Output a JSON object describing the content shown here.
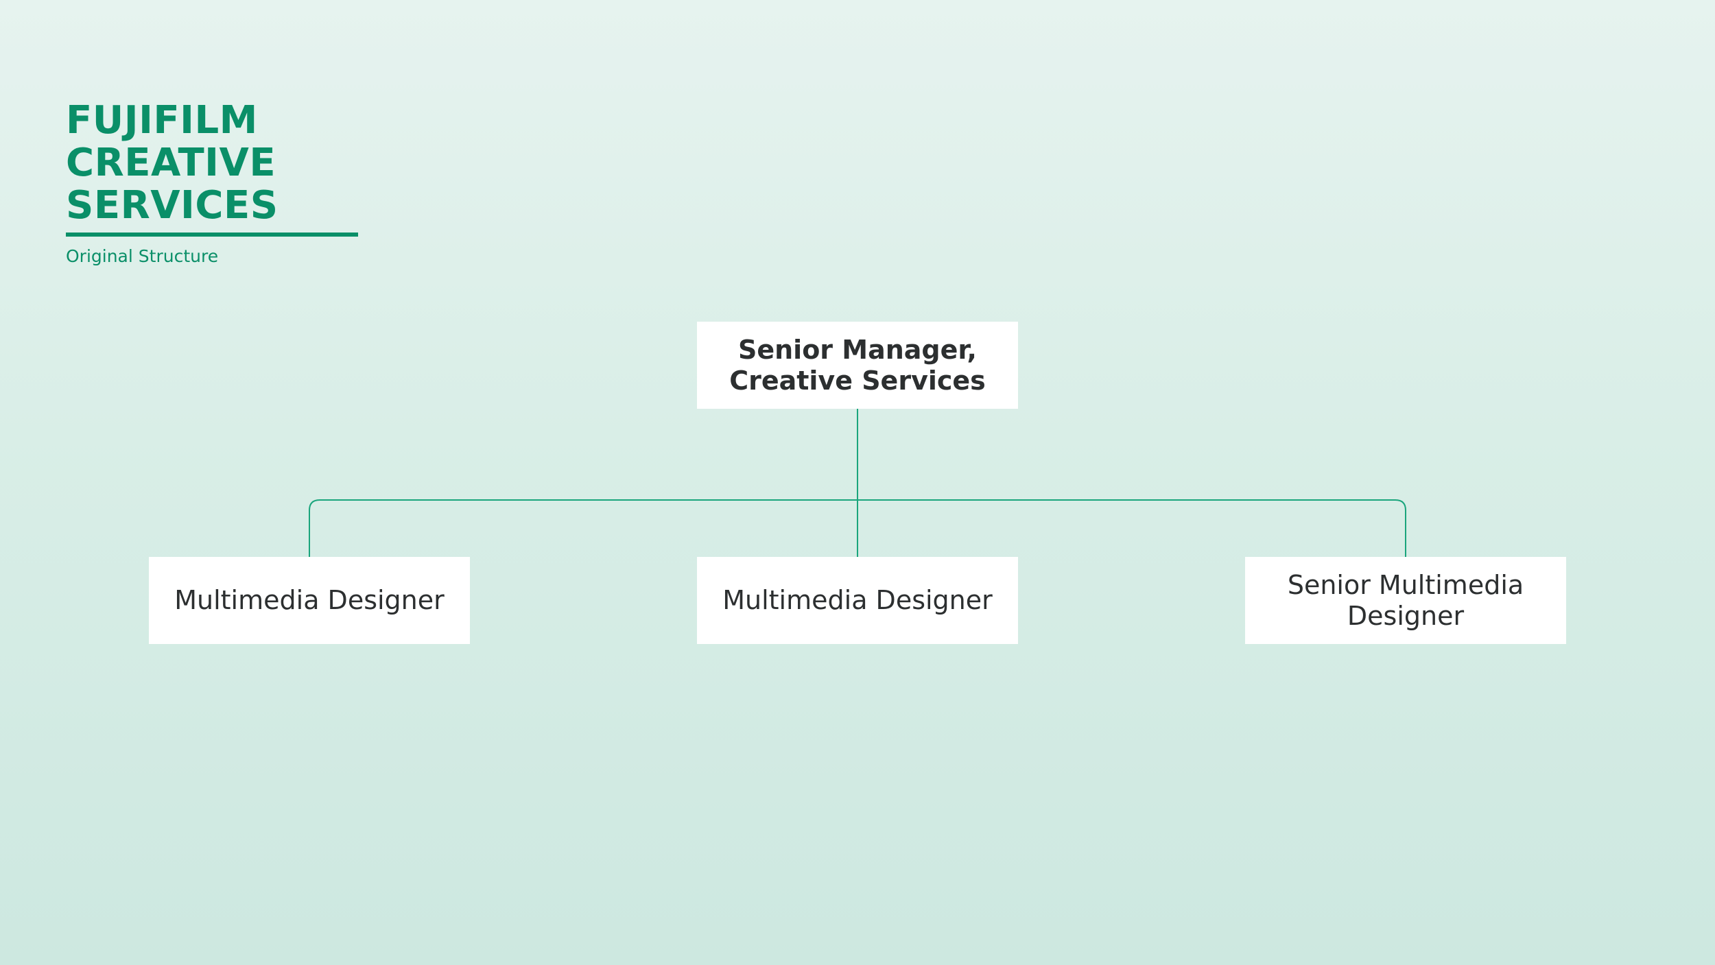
{
  "brand": {
    "title_lines": [
      "FUJIFILM",
      "CREATIVE",
      "SERVICES"
    ],
    "subtitle": "Original Structure",
    "accent_color": "#0a8f68"
  },
  "org_chart": {
    "root": {
      "line1": "Senior Manager,",
      "line2": "Creative Services"
    },
    "children": [
      {
        "line1": "Multimedia Designer",
        "line2": ""
      },
      {
        "line1": "Multimedia Designer",
        "line2": ""
      },
      {
        "line1": "Senior Multimedia",
        "line2": "Designer"
      }
    ],
    "connector_color": "#1aa57c"
  }
}
